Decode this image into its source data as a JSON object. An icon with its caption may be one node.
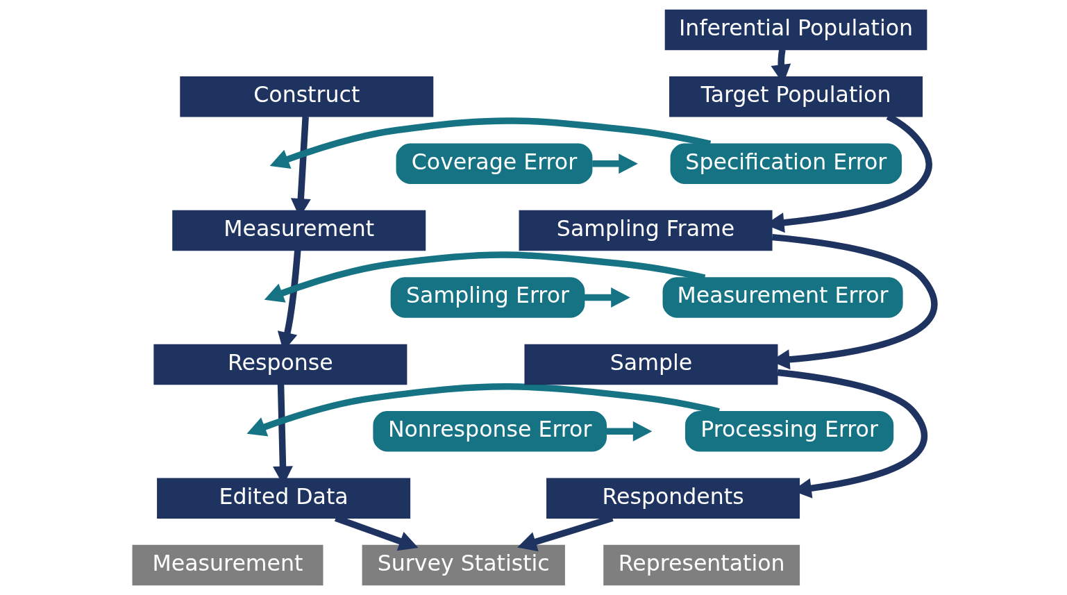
{
  "diagram": {
    "nodes": [
      {
        "text": [
          "Construct"
        ]
      },
      {
        "text": [
          "Measurement"
        ]
      },
      {
        "text": [
          "Response"
        ]
      },
      {
        "text": [
          "Edited Data"
        ]
      },
      {
        "text": [
          "Specification Error"
        ]
      },
      {
        "text": [
          "Measurement Error"
        ]
      },
      {
        "text": [
          "Processing Error"
        ]
      },
      {
        "text": [
          "Coverage Error"
        ]
      },
      {
        "text": [
          "Sampling Error"
        ]
      },
      {
        "text": [
          "Nonresponse Error"
        ]
      },
      {
        "text": [
          "Survey Statistic"
        ]
      },
      {
        "text": [
          "Inferential Population"
        ]
      },
      {
        "text": [
          "Target Population"
        ]
      },
      {
        "text": [
          "Sampling Frame"
        ]
      },
      {
        "text": [
          "Sample"
        ]
      },
      {
        "text": [
          "Respondents"
        ]
      },
      {
        "text": [
          "Measurement"
        ]
      },
      {
        "text": [
          "Representation"
        ]
      }
    ],
    "edges": [
      {
        "from": 0,
        "to": 1,
        "arrow": "to"
      },
      {
        "from": 1,
        "to": 2,
        "arrow": "to"
      },
      {
        "from": 2,
        "to": 3,
        "arrow": "to"
      },
      {
        "from": 3,
        "to": 10,
        "arrow": "to"
      },
      {
        "from": 11,
        "to": 12,
        "arrow": "to"
      },
      {
        "from": 12,
        "to": 13,
        "arrow": "to"
      },
      {
        "from": 13,
        "to": 14,
        "arrow": "to"
      },
      {
        "from": 14,
        "to": 15,
        "arrow": "to"
      },
      {
        "from": 15,
        "to": 10,
        "arrow": "to"
      },
      {
        "from": 4,
        "to": null,
        "arrow": "to",
        "color": "#157384"
      },
      {
        "from": 5,
        "to": null,
        "arrow": "to",
        "color": "#157384"
      },
      {
        "from": 6,
        "to": null,
        "arrow": "to",
        "color": "#157384"
      },
      {
        "from": 7,
        "to": null,
        "arrow": "to",
        "color": "#157384"
      },
      {
        "from": 8,
        "to": null,
        "arrow": "to",
        "color": "#157384"
      },
      {
        "from": 9,
        "to": null,
        "arrow": "to",
        "color": "#157384"
      }
    ]
  }
}
